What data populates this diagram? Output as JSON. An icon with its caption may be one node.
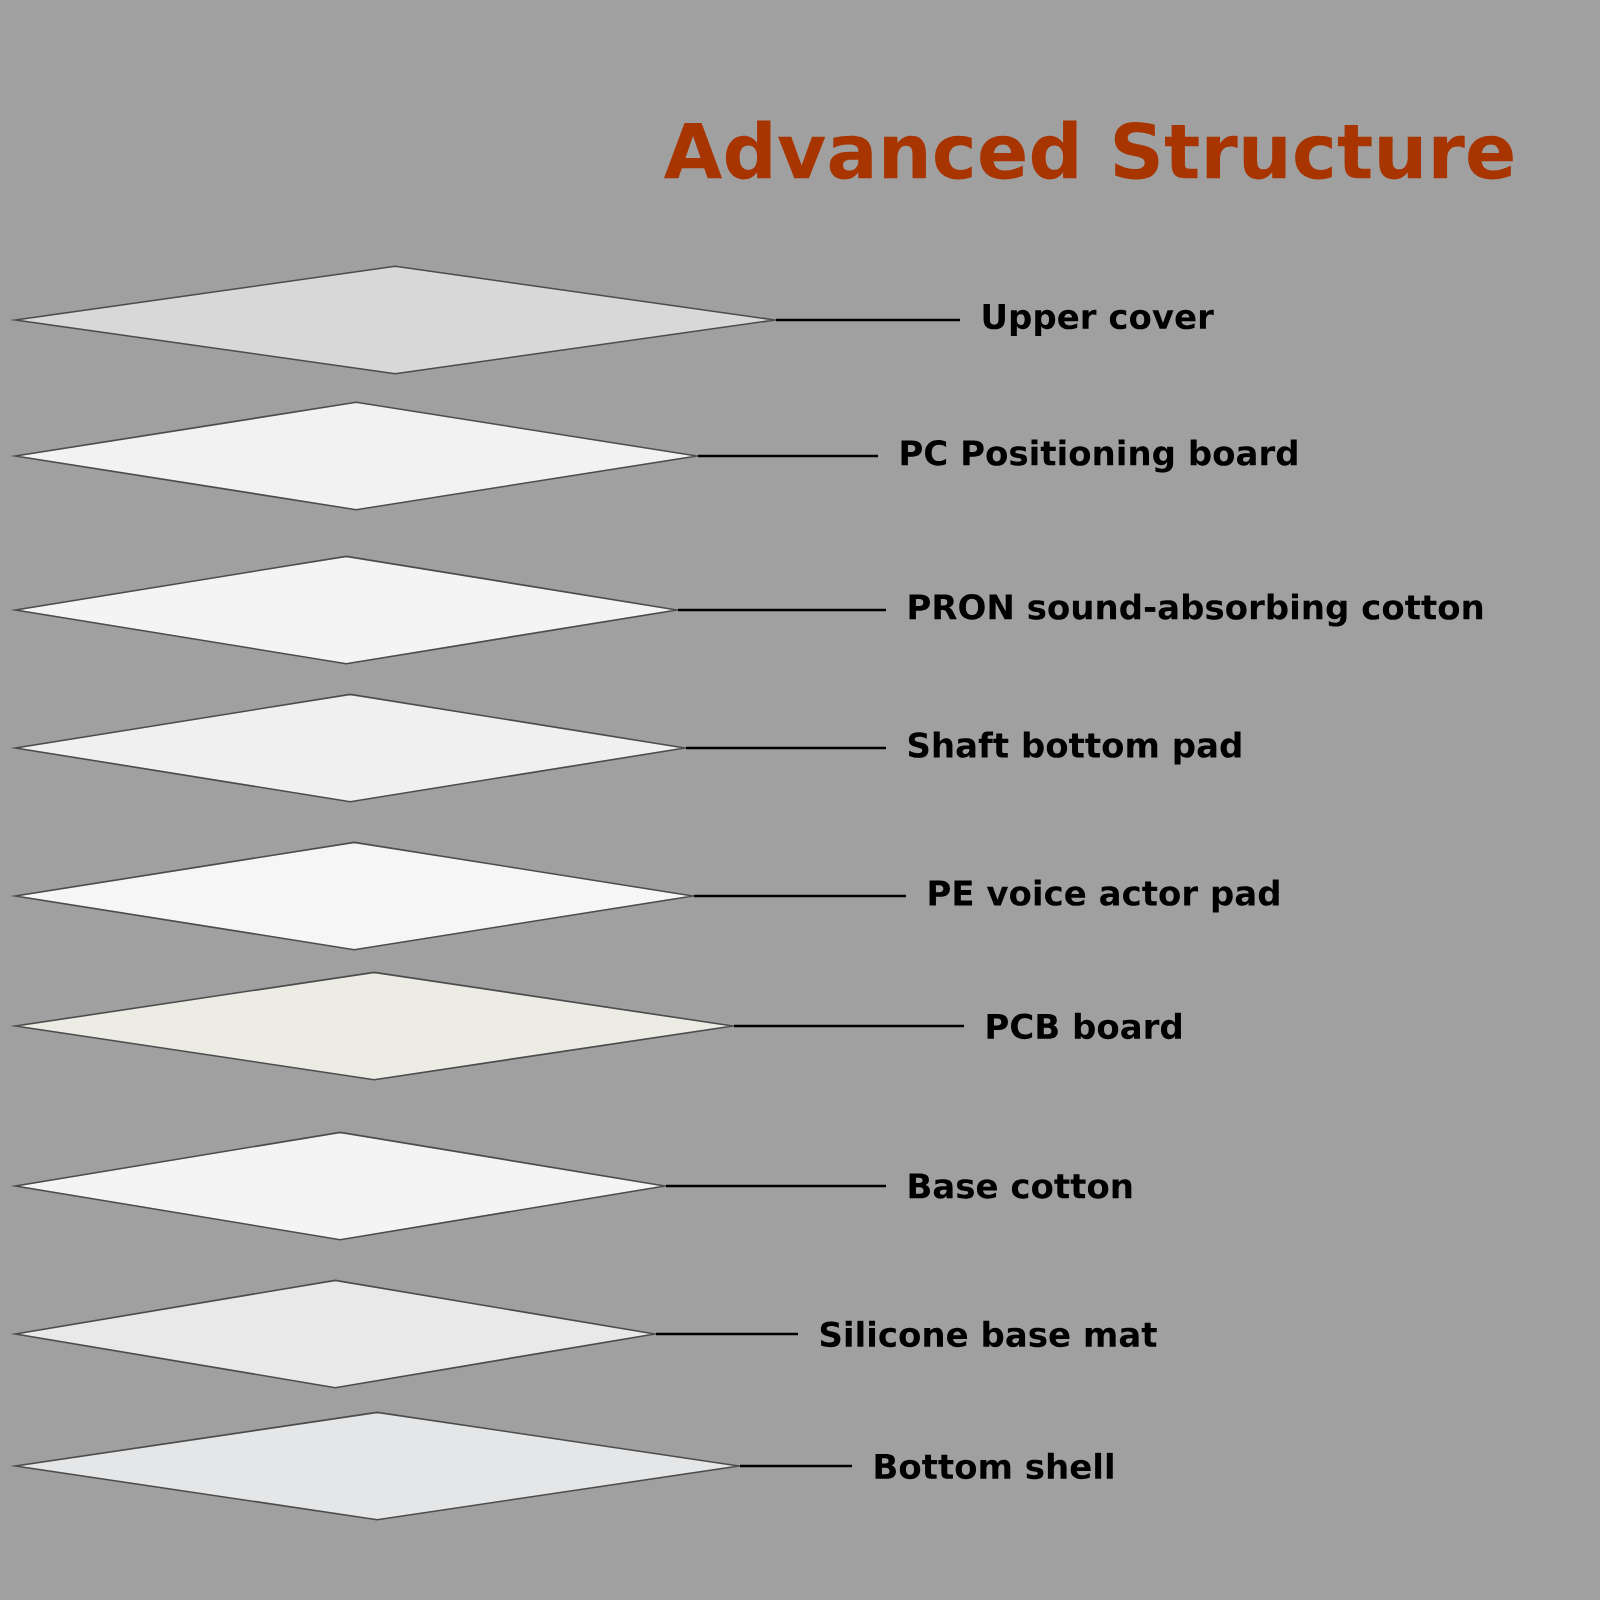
{
  "diagram": {
    "title": "Advanced Structure",
    "nodes": [
      {
        "text": [
          "Upper cover"
        ]
      },
      {
        "text": [
          "PC Positioning board"
        ]
      },
      {
        "text": [
          "PRON sound-absorbing cotton"
        ]
      },
      {
        "text": [
          "Shaft bottom pad"
        ]
      },
      {
        "text": [
          "PE voice actor pad"
        ]
      },
      {
        "text": [
          "PCB board"
        ]
      },
      {
        "text": [
          "Base cotton"
        ]
      },
      {
        "text": [
          "Silicone base mat"
        ]
      },
      {
        "text": [
          "Bottom shell"
        ]
      },
      {
        "text": [],
        "shape": "picture"
      },
      {
        "text": [],
        "shape": "picture"
      },
      {
        "text": [],
        "shape": "picture"
      },
      {
        "text": [],
        "shape": "picture"
      },
      {
        "text": [],
        "shape": "picture"
      },
      {
        "text": [],
        "shape": "picture"
      },
      {
        "text": [],
        "shape": "picture"
      },
      {
        "text": [],
        "shape": "picture"
      },
      {
        "text": [],
        "shape": "picture"
      }
    ],
    "edges": [
      {
        "from": 0,
        "to": 9,
        "arrow": "none"
      },
      {
        "from": 1,
        "to": 10,
        "arrow": "none"
      },
      {
        "from": 2,
        "to": 11,
        "arrow": "none"
      },
      {
        "from": 3,
        "to": 12,
        "arrow": "none"
      },
      {
        "from": 4,
        "to": 13,
        "arrow": "none"
      },
      {
        "from": 5,
        "to": 14,
        "arrow": "none"
      },
      {
        "from": 6,
        "to": 15,
        "arrow": "none"
      },
      {
        "from": 7,
        "to": 16,
        "arrow": "none"
      },
      {
        "from": 8,
        "to": 17,
        "arrow": "none"
      }
    ]
  }
}
